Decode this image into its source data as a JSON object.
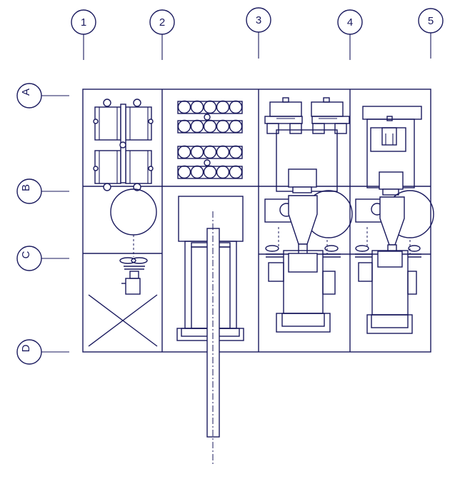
{
  "colors": {
    "line": "#1a1a5e",
    "background": "#ffffff"
  },
  "column_axes": [
    "1",
    "2",
    "3",
    "4",
    "5"
  ],
  "row_axes": [
    "A",
    "B",
    "C",
    "D"
  ]
}
